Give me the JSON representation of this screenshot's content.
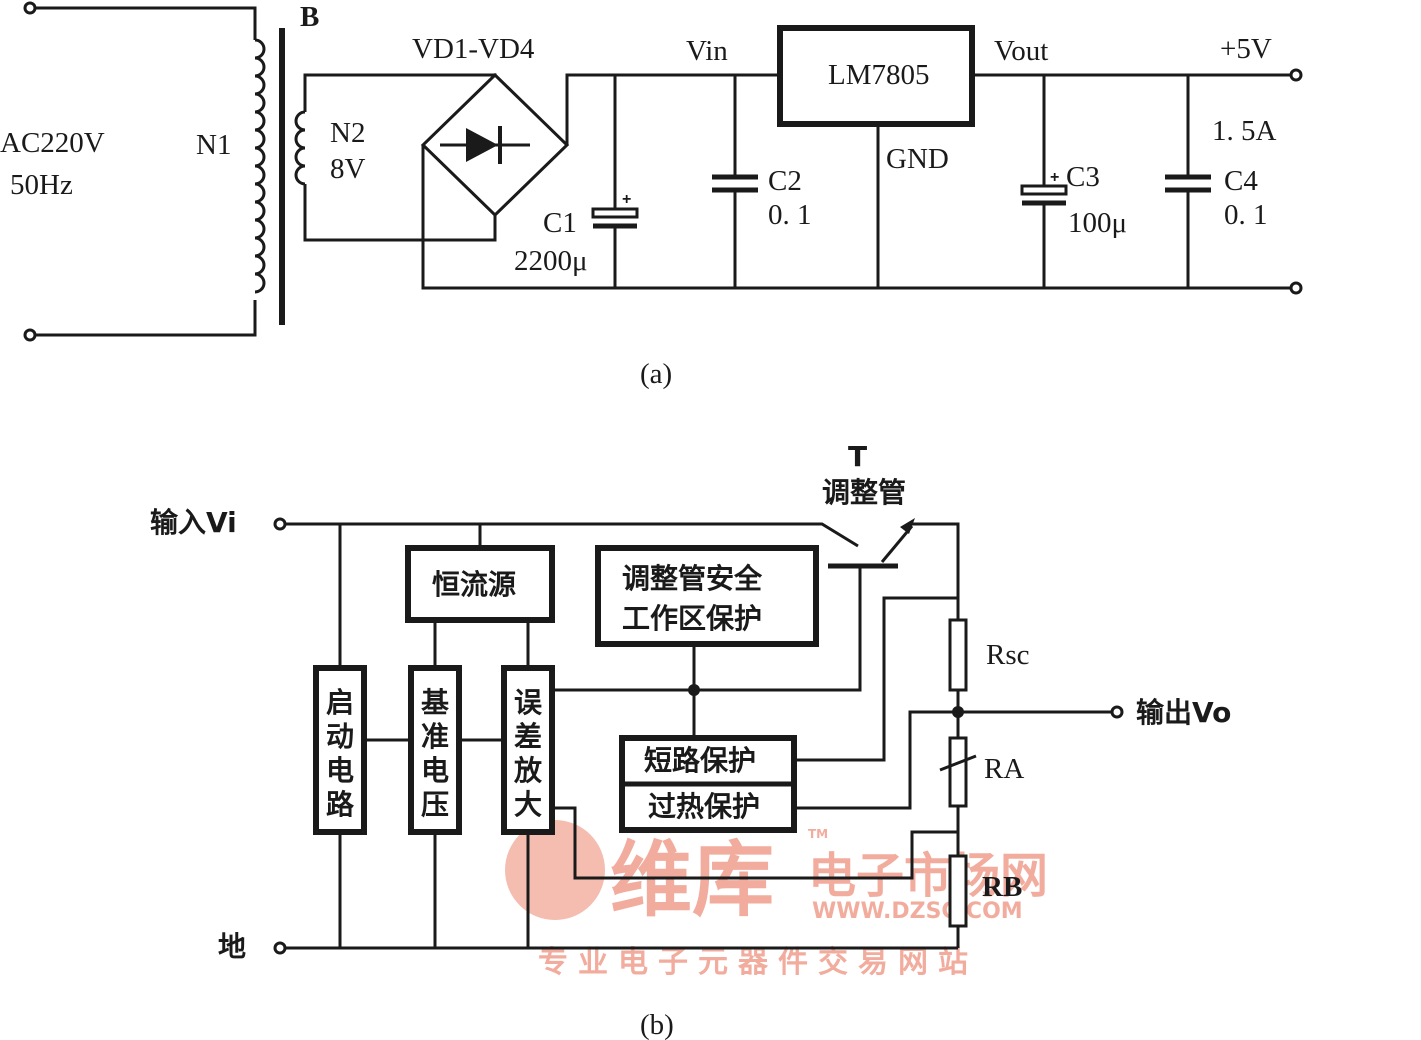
{
  "diagram_a": {
    "caption": "(a)",
    "transformer": {
      "label": "B",
      "primary": "N1",
      "secondary_label": "N2",
      "secondary_voltage": "8V"
    },
    "input": {
      "voltage": "AC220V",
      "freq": "50Hz"
    },
    "bridge": {
      "label": "VD1-VD4"
    },
    "regulator": {
      "label": "LM7805",
      "vin": "Vin",
      "vout": "Vout",
      "gnd": "GND"
    },
    "c1": {
      "name": "C1",
      "value": "2200μ"
    },
    "c2": {
      "name": "C2",
      "value": "0. 1"
    },
    "c3": {
      "name": "C3",
      "value": "100μ"
    },
    "c4": {
      "name": "C4",
      "value": "0. 1"
    },
    "output": {
      "voltage": "+5V",
      "current": "1. 5A"
    }
  },
  "diagram_b": {
    "caption": "(b)",
    "input": "输入Vi",
    "ground": "地",
    "output": "输出Vo",
    "transistor": {
      "name": "T",
      "desc": "调整管"
    },
    "blocks": {
      "const_current": "恒流源",
      "soa_line1": "调整管安全",
      "soa_line2": "工作区保护",
      "startup": [
        "启",
        "动",
        "电",
        "路"
      ],
      "reference": [
        "基",
        "准",
        "电",
        "压"
      ],
      "error_amp": [
        "误",
        "差",
        "放",
        "大"
      ],
      "short_protect": "短路保护",
      "thermal_protect": "过热保护"
    },
    "resistors": {
      "rsc": "Rsc",
      "ra": "RA",
      "rb": "RB"
    }
  },
  "watermark": {
    "brand": "维库",
    "market": "电子市场网",
    "tm": "TM",
    "url": "WWW.DZSC.COM",
    "slogan": "专业电子元器件交易网站"
  }
}
